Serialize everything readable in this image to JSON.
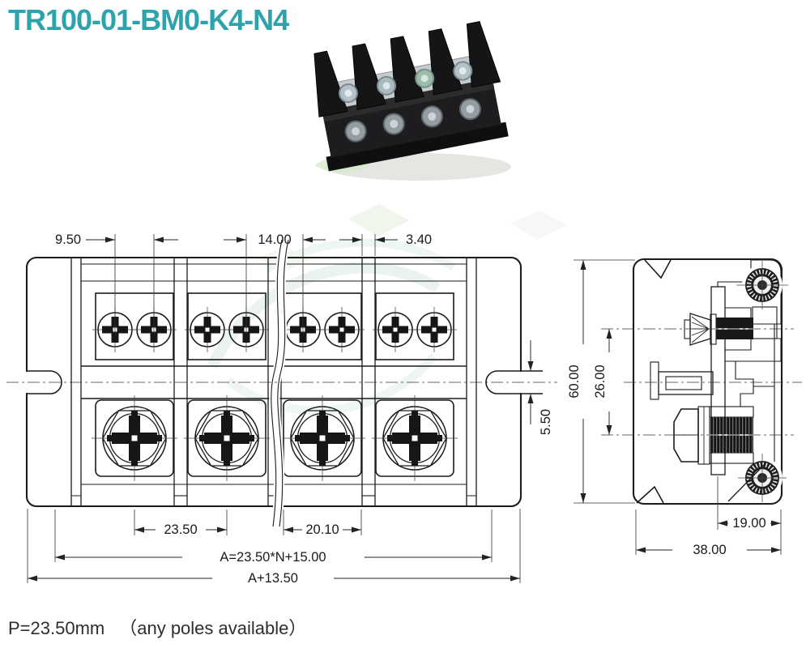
{
  "colors": {
    "title": "#2fa3ab"
  },
  "title": "TR100-01-BM0-K4-N4",
  "front": {
    "screw_pair": "9.50",
    "across_break": "14.00",
    "wall": "3.40",
    "slot_height": "5.50",
    "pitch": "23.50",
    "opening": "20.10",
    "formula": "A=23.50*N+15.00",
    "overall": "A+13.50"
  },
  "side": {
    "height": "60.00",
    "screw_axes": "26.00",
    "plate_offset": "19.00",
    "depth": "38.00"
  },
  "footer": {
    "pitch": "P=23.50mm",
    "poles": "（any poles available）"
  }
}
